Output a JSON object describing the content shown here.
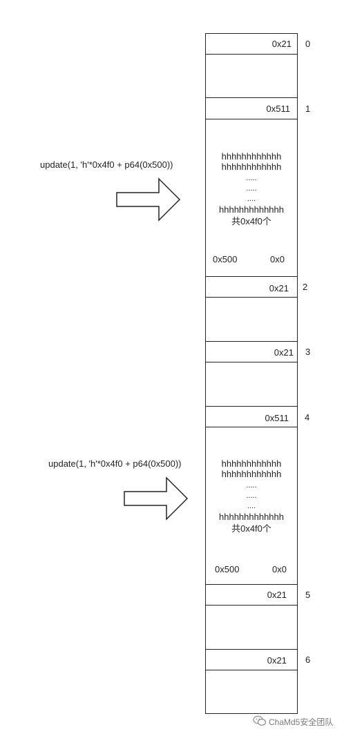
{
  "chunks": [
    {
      "index": "0",
      "header_size": "0x21"
    },
    {
      "index": "1",
      "header_size": "0x511",
      "body_lines": [
        "hhhhhhhhhhhh",
        "hhhhhhhhhhhh",
        ".....",
        ".....",
        "....",
        "hhhhhhhhhhhhh",
        "共0x4f0个"
      ],
      "fake_prev_size": "0x500",
      "fake_size": "0x0"
    },
    {
      "index": "2",
      "header_size": "0x21"
    },
    {
      "index": "3",
      "header_size": "0x21"
    },
    {
      "index": "4",
      "header_size": "0x511",
      "body_lines": [
        "hhhhhhhhhhhh",
        "hhhhhhhhhhhh",
        ".....",
        ".....",
        "....",
        "hhhhhhhhhhhhh",
        "共0x4f0个"
      ],
      "fake_prev_size": "0x500",
      "fake_size": "0x0"
    },
    {
      "index": "5",
      "header_size": "0x21"
    },
    {
      "index": "6",
      "header_size": "0x21"
    }
  ],
  "annotations": [
    {
      "label": "update(1, 'h'*0x4f0 + p64(0x500))"
    },
    {
      "label": "update(1, 'h'*0x4f0 + p64(0x500))"
    }
  ],
  "watermark": {
    "text": "ChaMd5安全团队",
    "icon": "wechat-icon"
  }
}
